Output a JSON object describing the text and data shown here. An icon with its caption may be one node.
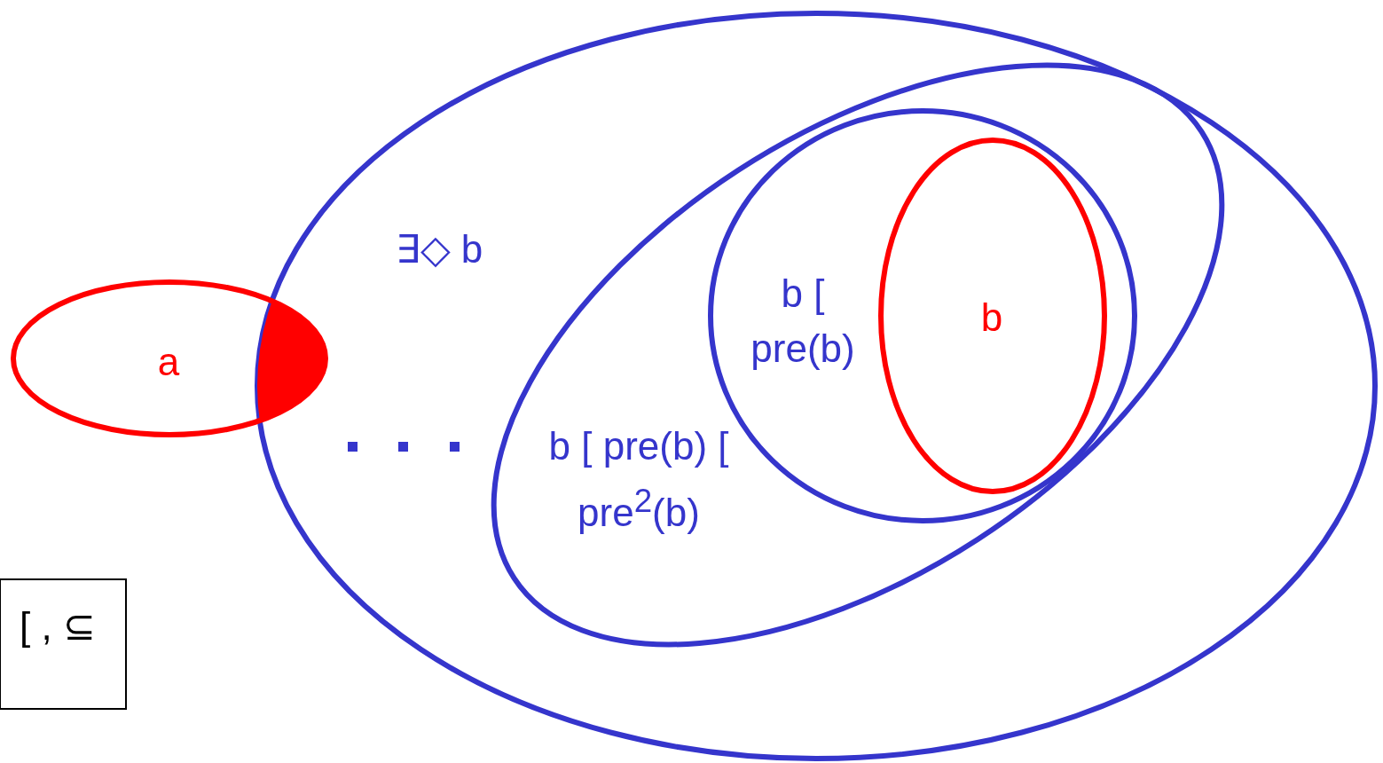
{
  "diagram": {
    "nodes": [
      {
        "text": [
          "∃◇ b"
        ]
      },
      {
        "text": [
          "b [ pre(b) [ pre$^{2}$(b)"
        ],
        "in": 0
      },
      {
        "text": [
          "b [ pre(b)"
        ],
        "in": 1
      },
      {
        "text": [
          "b"
        ],
        "in": 2
      },
      {
        "text": [
          "a"
        ]
      },
      {
        "text": [
          "[ , ⊆"
        ]
      },
      {
        "text": [],
        "shape": "lens"
      }
    ]
  }
}
